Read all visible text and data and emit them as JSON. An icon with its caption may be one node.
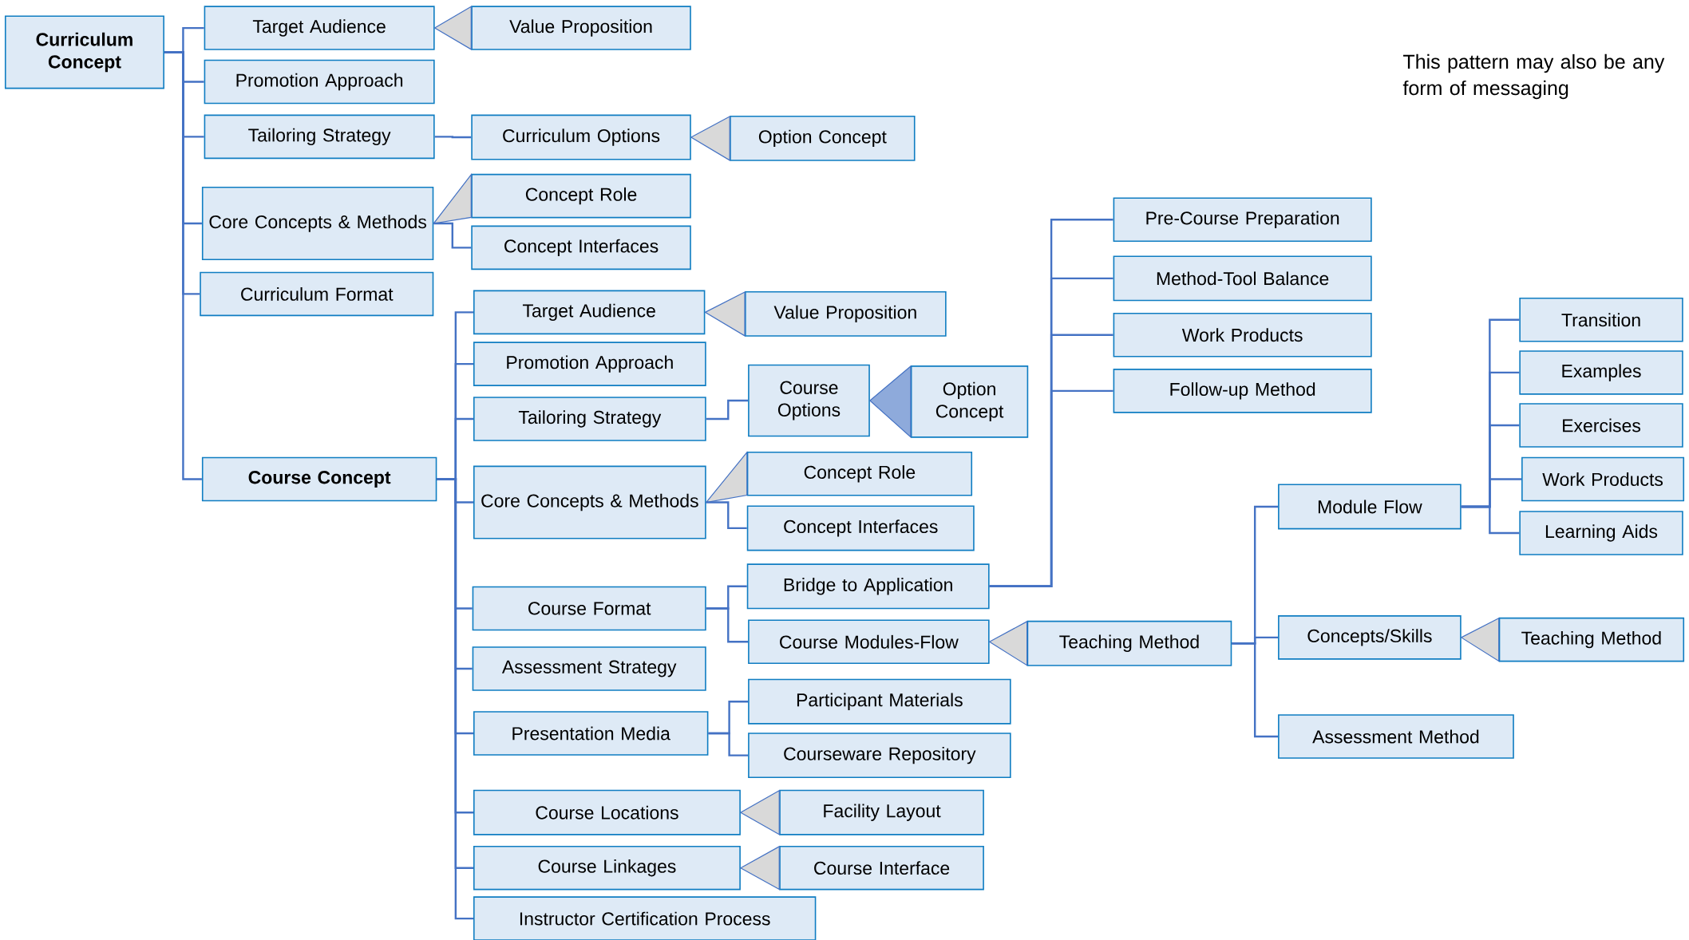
{
  "diagram": {
    "nodes": [
      {
        "text": [
          "Curriculum Concept"
        ]
      },
      {
        "text": [
          "Target Audience"
        ]
      },
      {
        "text": [
          "Value Proposition"
        ]
      },
      {
        "text": [
          "Promotion Approach"
        ]
      },
      {
        "text": [
          "Tailoring Strategy"
        ]
      },
      {
        "text": [
          "Curriculum Options"
        ]
      },
      {
        "text": [
          "Option Concept"
        ]
      },
      {
        "text": [
          "Core Concepts & Methods"
        ]
      },
      {
        "text": [
          "Concept Role"
        ]
      },
      {
        "text": [
          "Concept Interfaces"
        ]
      },
      {
        "text": [
          "Curriculum Format"
        ]
      },
      {
        "text": [
          "Course Concept"
        ]
      },
      {
        "text": [
          "Target Audience"
        ]
      },
      {
        "text": [
          "Value Proposition"
        ]
      },
      {
        "text": [
          "Promotion Approach"
        ]
      },
      {
        "text": [
          "Tailoring Strategy"
        ]
      },
      {
        "text": [
          "Course Options"
        ]
      },
      {
        "text": [
          "Option Concept"
        ]
      },
      {
        "text": [
          "Core Concepts & Methods"
        ]
      },
      {
        "text": [
          "Concept Role"
        ]
      },
      {
        "text": [
          "Concept Interfaces"
        ]
      },
      {
        "text": [
          "Course Format"
        ]
      },
      {
        "text": [
          "Bridge to Application"
        ]
      },
      {
        "text": [
          "Course Modules-Flow"
        ]
      },
      {
        "text": [
          "Teaching Method"
        ]
      },
      {
        "text": [
          "Pre-Course Preparation"
        ]
      },
      {
        "text": [
          "Method-Tool Balance"
        ]
      },
      {
        "text": [
          "Work Products"
        ]
      },
      {
        "text": [
          "Follow-up Method"
        ]
      },
      {
        "text": [
          "Module Flow"
        ]
      },
      {
        "text": [
          "Transition"
        ]
      },
      {
        "text": [
          "Examples"
        ]
      },
      {
        "text": [
          "Exercises"
        ]
      },
      {
        "text": [
          "Work Products"
        ]
      },
      {
        "text": [
          "Learning Aids"
        ]
      },
      {
        "text": [
          "Concepts/Skills"
        ]
      },
      {
        "text": [
          "Teaching Method"
        ]
      },
      {
        "text": [
          "Assessment Method"
        ]
      },
      {
        "text": [
          "Assessment Strategy"
        ]
      },
      {
        "text": [
          "Presentation Media"
        ]
      },
      {
        "text": [
          "Participant Materials"
        ]
      },
      {
        "text": [
          "Courseware Repository"
        ]
      },
      {
        "text": [
          "Course Locations"
        ]
      },
      {
        "text": [
          "Facility Layout"
        ]
      },
      {
        "text": [
          "Course Linkages"
        ]
      },
      {
        "text": [
          "Course Interface"
        ]
      },
      {
        "text": [
          "Instructor Certification Process"
        ]
      }
    ],
    "edges": [
      {
        "from": 0,
        "to": 1,
        "arrow": "none"
      },
      {
        "from": 2,
        "to": 1,
        "arrow": "to"
      },
      {
        "from": 0,
        "to": 3,
        "arrow": "none"
      },
      {
        "from": 0,
        "to": 4,
        "arrow": "none"
      },
      {
        "from": 4,
        "to": 5,
        "arrow": "none"
      },
      {
        "from": 6,
        "to": 5,
        "arrow": "to"
      },
      {
        "from": 0,
        "to": 7,
        "arrow": "none"
      },
      {
        "from": 8,
        "to": 7,
        "arrow": "to"
      },
      {
        "from": 7,
        "to": 9,
        "arrow": "none"
      },
      {
        "from": 0,
        "to": 10,
        "arrow": "none"
      },
      {
        "from": 0,
        "to": 11,
        "arrow": "none"
      },
      {
        "from": 11,
        "to": 12,
        "arrow": "none"
      },
      {
        "from": 13,
        "to": 12,
        "arrow": "to"
      },
      {
        "from": 11,
        "to": 14,
        "arrow": "none"
      },
      {
        "from": 11,
        "to": 15,
        "arrow": "none"
      },
      {
        "from": 15,
        "to": 16,
        "arrow": "none"
      },
      {
        "from": 17,
        "to": 16,
        "arrow": "to",
        "color": "#8eaadb"
      },
      {
        "from": 11,
        "to": 18,
        "arrow": "none"
      },
      {
        "from": 19,
        "to": 18,
        "arrow": "to"
      },
      {
        "from": 18,
        "to": 20,
        "arrow": "none"
      },
      {
        "from": 11,
        "to": 21,
        "arrow": "none"
      },
      {
        "from": 21,
        "to": 22,
        "arrow": "none"
      },
      {
        "from": 21,
        "to": 23,
        "arrow": "none"
      },
      {
        "from": 24,
        "to": 23,
        "arrow": "to"
      },
      {
        "from": 22,
        "to": 25,
        "arrow": "none"
      },
      {
        "from": 22,
        "to": 26,
        "arrow": "none"
      },
      {
        "from": 22,
        "to": 27,
        "arrow": "none"
      },
      {
        "from": 22,
        "to": 28,
        "arrow": "none"
      },
      {
        "from": 24,
        "to": 29,
        "arrow": "none"
      },
      {
        "from": 29,
        "to": 30,
        "arrow": "none"
      },
      {
        "from": 29,
        "to": 31,
        "arrow": "none"
      },
      {
        "from": 29,
        "to": 32,
        "arrow": "none"
      },
      {
        "from": 29,
        "to": 33,
        "arrow": "none"
      },
      {
        "from": 29,
        "to": 34,
        "arrow": "none"
      },
      {
        "from": 24,
        "to": 35,
        "arrow": "none"
      },
      {
        "from": 36,
        "to": 35,
        "arrow": "to"
      },
      {
        "from": 24,
        "to": 37,
        "arrow": "none"
      },
      {
        "from": 11,
        "to": 38,
        "arrow": "none"
      },
      {
        "from": 11,
        "to": 39,
        "arrow": "none"
      },
      {
        "from": 39,
        "to": 40,
        "arrow": "none"
      },
      {
        "from": 39,
        "to": 41,
        "arrow": "none"
      },
      {
        "from": 11,
        "to": 42,
        "arrow": "none"
      },
      {
        "from": 43,
        "to": 42,
        "arrow": "to"
      },
      {
        "from": 11,
        "to": 44,
        "arrow": "none"
      },
      {
        "from": 45,
        "to": 44,
        "arrow": "to"
      },
      {
        "from": 11,
        "to": 46,
        "arrow": "none"
      }
    ],
    "labels": [
      "This pattern may also be any form of messaging"
    ]
  }
}
